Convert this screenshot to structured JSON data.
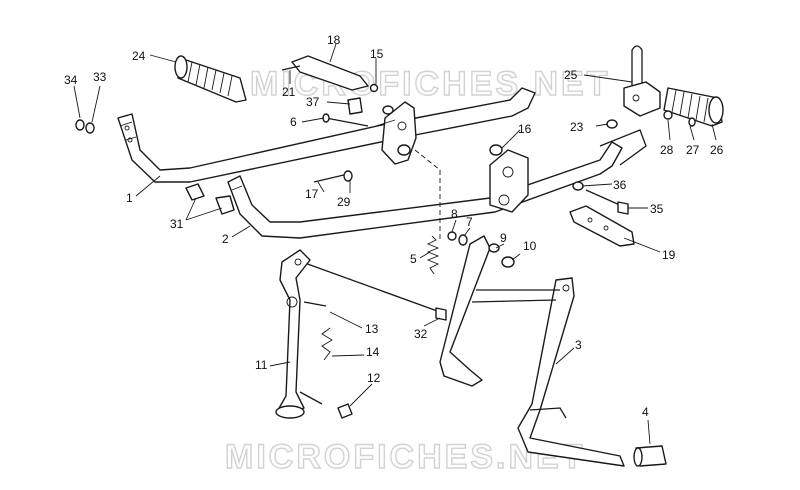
{
  "watermark": {
    "top": "MICROFICHES.NET",
    "bottom": "MICROFICHES.NET"
  },
  "labels": {
    "p1": "1",
    "p2": "2",
    "p3": "3",
    "p4": "4",
    "p5": "5",
    "p6": "6",
    "p7": "7",
    "p8": "8",
    "p9": "9",
    "p10": "10",
    "p11": "11",
    "p12": "12",
    "p13": "13",
    "p14": "14",
    "p15": "15",
    "p16": "16",
    "p17": "17",
    "p18": "18",
    "p19": "19",
    "p21": "21",
    "p23": "23",
    "p24": "24",
    "p25": "25",
    "p26": "26",
    "p27": "27",
    "p28": "28",
    "p29": "29",
    "p31": "31",
    "p32": "32",
    "p33": "33",
    "p34": "34",
    "p35": "35",
    "p36": "36",
    "p37": "37"
  }
}
